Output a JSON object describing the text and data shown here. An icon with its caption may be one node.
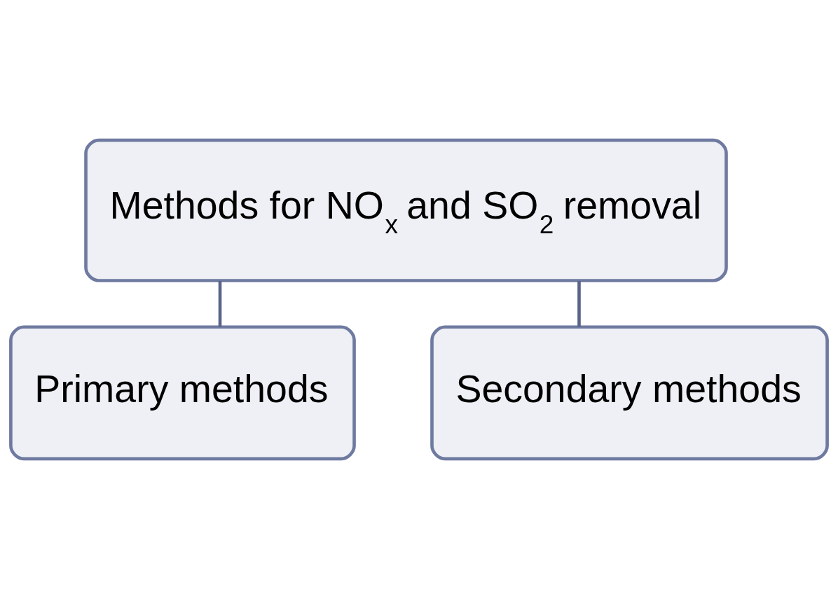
{
  "diagram": {
    "nodes": [
      {
        "text": [
          "Methods for NO$_{x}$ and SO$_{2}$ removal"
        ]
      },
      {
        "text": [
          "Primary methods"
        ]
      },
      {
        "text": [
          "Secondary methods"
        ]
      }
    ],
    "edges": [
      {
        "from": 0,
        "to": 1,
        "arrow": "none"
      },
      {
        "from": 0,
        "to": 2,
        "arrow": "none"
      }
    ]
  }
}
